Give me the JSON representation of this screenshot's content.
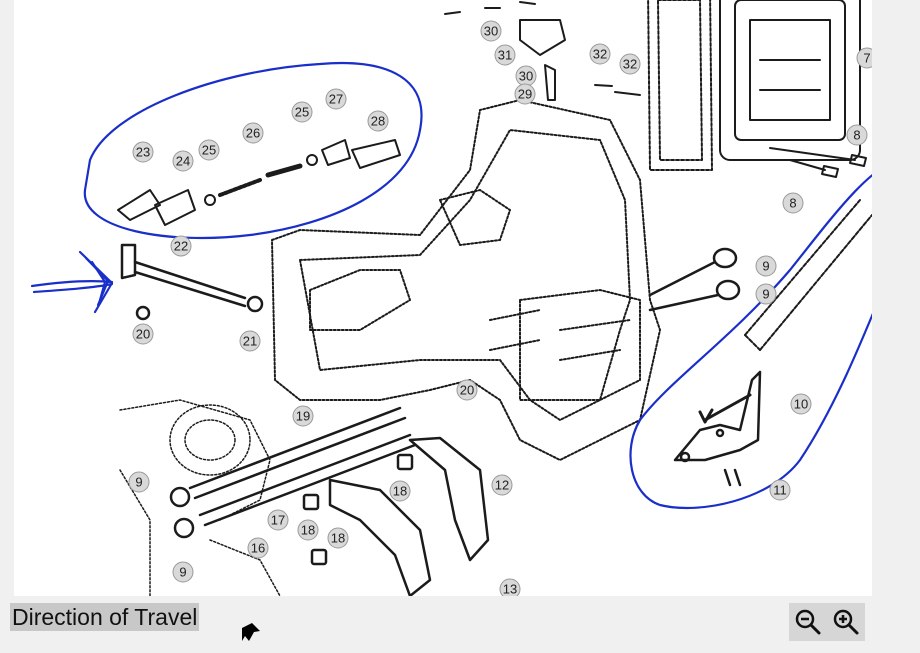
{
  "caption": {
    "text": "Direction of Travel"
  },
  "diagram": {
    "callouts": [
      "30",
      "31",
      "32",
      "32",
      "30",
      "29",
      "7",
      "8",
      "8",
      "23",
      "24",
      "25",
      "26",
      "25",
      "27",
      "28",
      "22",
      "20",
      "21",
      "9",
      "9",
      "10",
      "11",
      "20",
      "19",
      "9",
      "17",
      "18",
      "18",
      "18",
      "12",
      "16",
      "9",
      "13"
    ],
    "annotation_color": "#1a2fc9"
  },
  "toolbar": {
    "zoom_out_icon": "zoom-out-icon",
    "zoom_in_icon": "zoom-in-icon"
  },
  "icons": {
    "cursor": "arrow-cursor-icon"
  }
}
